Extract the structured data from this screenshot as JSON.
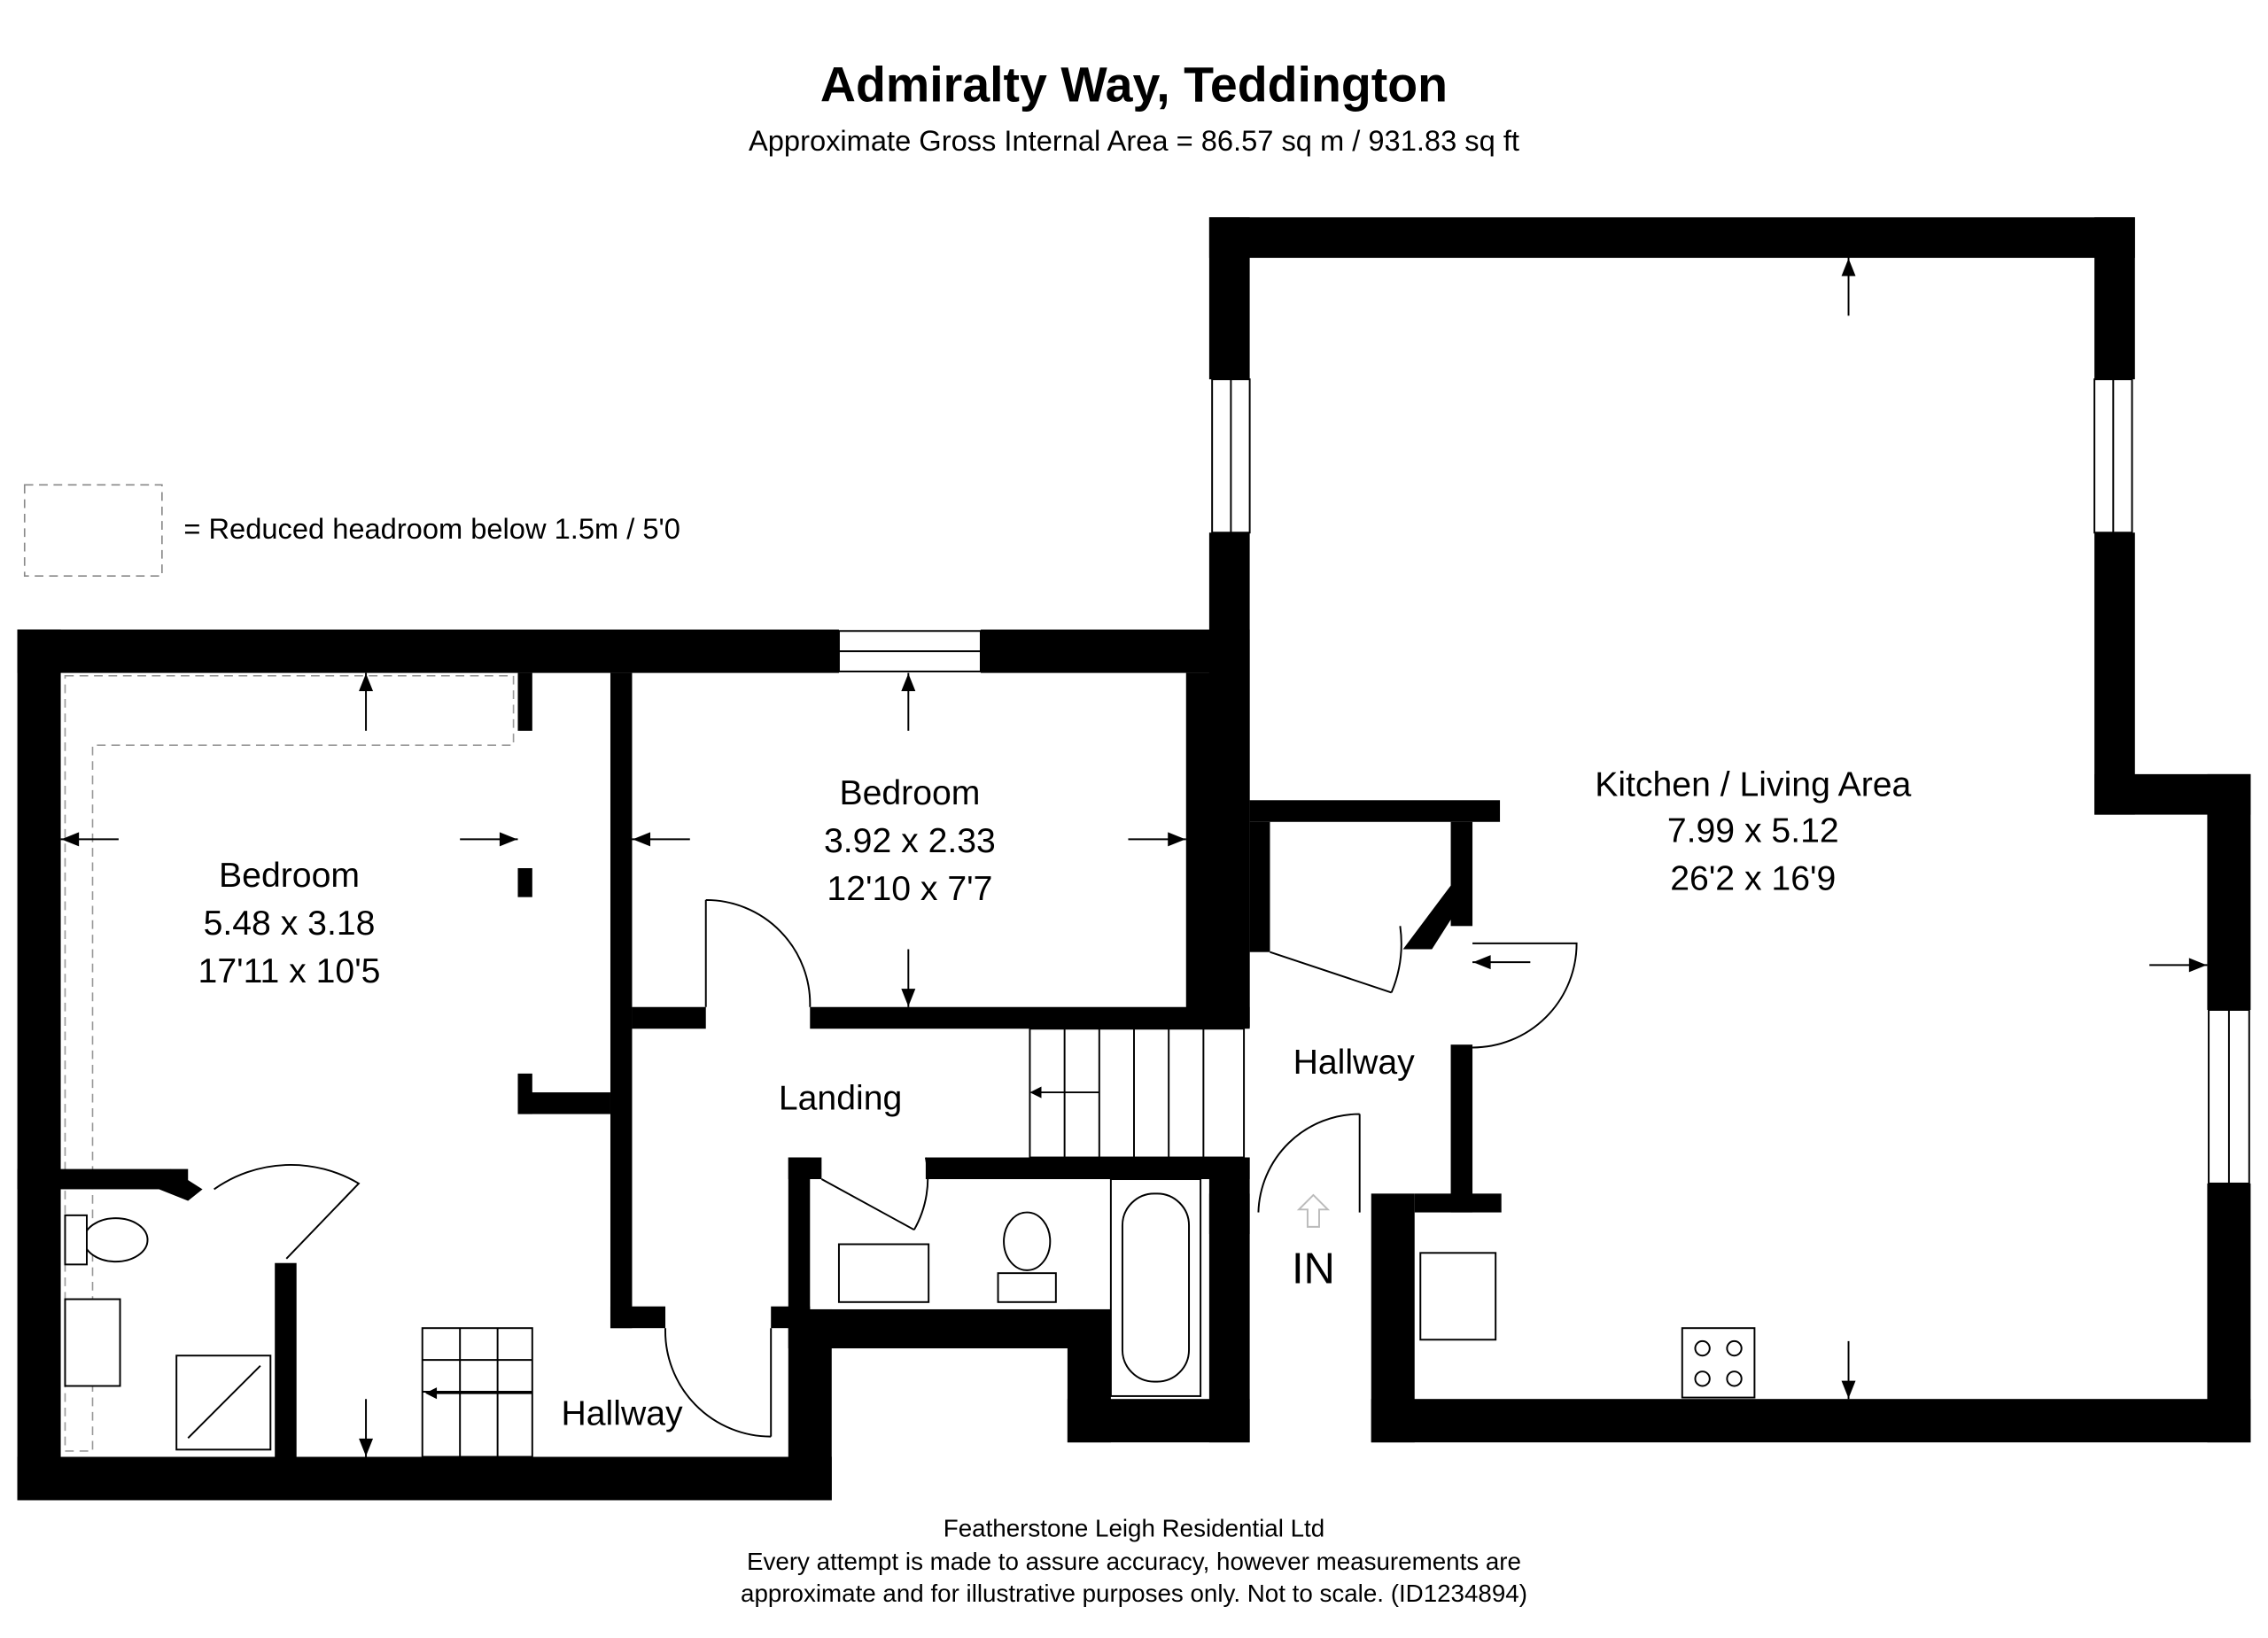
{
  "header": {
    "title": "Admiralty Way, Teddington",
    "subtitle": "Approximate Gross Internal Area = 86.57 sq m / 931.83 sq ft"
  },
  "legend": {
    "text": "= Reduced headroom below 1.5m / 5'0"
  },
  "rooms": {
    "bedroom1": {
      "name": "Bedroom",
      "metric": "5.48 x 3.18",
      "imperial": "17'11 x 10'5"
    },
    "bedroom2": {
      "name": "Bedroom",
      "metric": "3.92 x 2.33",
      "imperial": "12'10 x 7'7"
    },
    "kitchen": {
      "name": "Kitchen / Living Area",
      "metric": "7.99 x 5.12",
      "imperial": "26'2 x 16'9"
    },
    "landing": {
      "name": "Landing"
    },
    "hallway_upper": {
      "name": "Hallway"
    },
    "hallway_lower": {
      "name": "Hallway"
    },
    "entrance": {
      "name": "IN"
    }
  },
  "footer": {
    "company": "Featherstone Leigh Residential Ltd",
    "line1": "Every attempt is made to assure accuracy, however measurements are",
    "line2": "approximate and for illustrative purposes only. Not to scale. (ID1234894)"
  }
}
